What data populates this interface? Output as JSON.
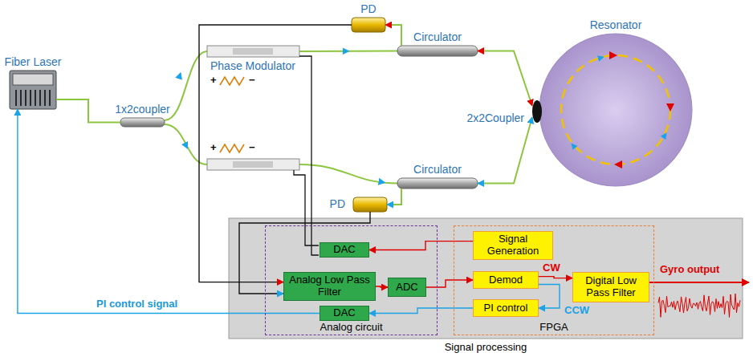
{
  "diagram": {
    "nodes": [
      {
        "text": [
          "Fiber Laser"
        ]
      },
      {
        "text": [
          "1x2coupler"
        ]
      },
      {
        "text": [
          "PD"
        ]
      },
      {
        "text": [
          "Phase Modulator"
        ]
      },
      {
        "text": [
          "Circulator"
        ]
      },
      {
        "text": [
          "Resonator"
        ]
      },
      {
        "text": [
          "2x2Coupler"
        ]
      },
      {
        "text": [
          "Circulator"
        ]
      },
      {
        "text": [
          "PD"
        ]
      },
      {
        "text": [
          "Signal processing"
        ]
      },
      {
        "text": [
          "Analog circuit"
        ],
        "in": 9
      },
      {
        "text": [
          "DAC"
        ],
        "in": 10
      },
      {
        "text": [
          "Analog Low Pass Filter"
        ],
        "in": 10
      },
      {
        "text": [
          "ADC"
        ],
        "in": 10
      },
      {
        "text": [
          "DAC"
        ],
        "in": 10
      },
      {
        "text": [
          "FPGA"
        ],
        "in": 9
      },
      {
        "text": [
          "Signal Generation"
        ],
        "in": 15
      },
      {
        "text": [
          "Demod"
        ],
        "in": 15
      },
      {
        "text": [
          "PI control"
        ],
        "in": 15
      },
      {
        "text": [
          "Digital Low Pass Filter"
        ],
        "in": 15
      }
    ],
    "edges": [
      {
        "from": 0,
        "to": 1,
        "arrow": "none"
      },
      {
        "from": 4,
        "to": 2,
        "arrow": "to"
      },
      {
        "from": 4,
        "to": 6,
        "arrow": "both"
      },
      {
        "from": 7,
        "to": 6,
        "arrow": "both"
      },
      {
        "from": 7,
        "to": 8,
        "arrow": "to"
      },
      {
        "from": 2,
        "to": 12,
        "arrow": "to"
      },
      {
        "from": 8,
        "to": 12,
        "arrow": "to"
      },
      {
        "from": 16,
        "to": 11,
        "arrow": "to"
      },
      {
        "from": 12,
        "to": 13,
        "arrow": "to"
      },
      {
        "from": 13,
        "to": 17,
        "arrow": "to"
      },
      {
        "from": 17,
        "to": 19,
        "label": "CW",
        "arrow": "to"
      },
      {
        "from": 17,
        "to": 18,
        "label": "CCW",
        "arrow": "to"
      },
      {
        "from": 18,
        "to": 14,
        "arrow": "to"
      },
      {
        "from": 14,
        "to": 0,
        "label": "PI control signal",
        "arrow": "to"
      }
    ],
    "labels": [
      "+",
      "−",
      "+",
      "−",
      "Gyro output"
    ]
  }
}
